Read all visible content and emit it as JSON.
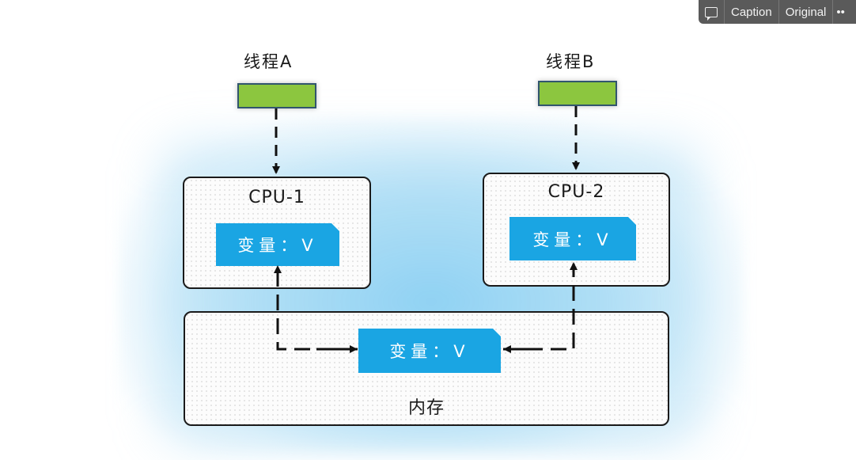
{
  "toolbar": {
    "caption_label": "Caption",
    "original_label": "Original",
    "more_label": "••"
  },
  "diagram": {
    "threads": [
      {
        "label": "线程A",
        "color": "#8cc63f"
      },
      {
        "label": "线程B",
        "color": "#8cc63f"
      }
    ],
    "cpus": [
      {
        "title": "CPU-1",
        "variable": "变量：V"
      },
      {
        "title": "CPU-2",
        "variable": "变量：V"
      }
    ],
    "memory": {
      "title": "内存",
      "variable": "变量：V"
    },
    "colors": {
      "variable_fill": "#1aa5e3",
      "glow": "#8fd0f0",
      "border": "#1a1a1a"
    }
  }
}
